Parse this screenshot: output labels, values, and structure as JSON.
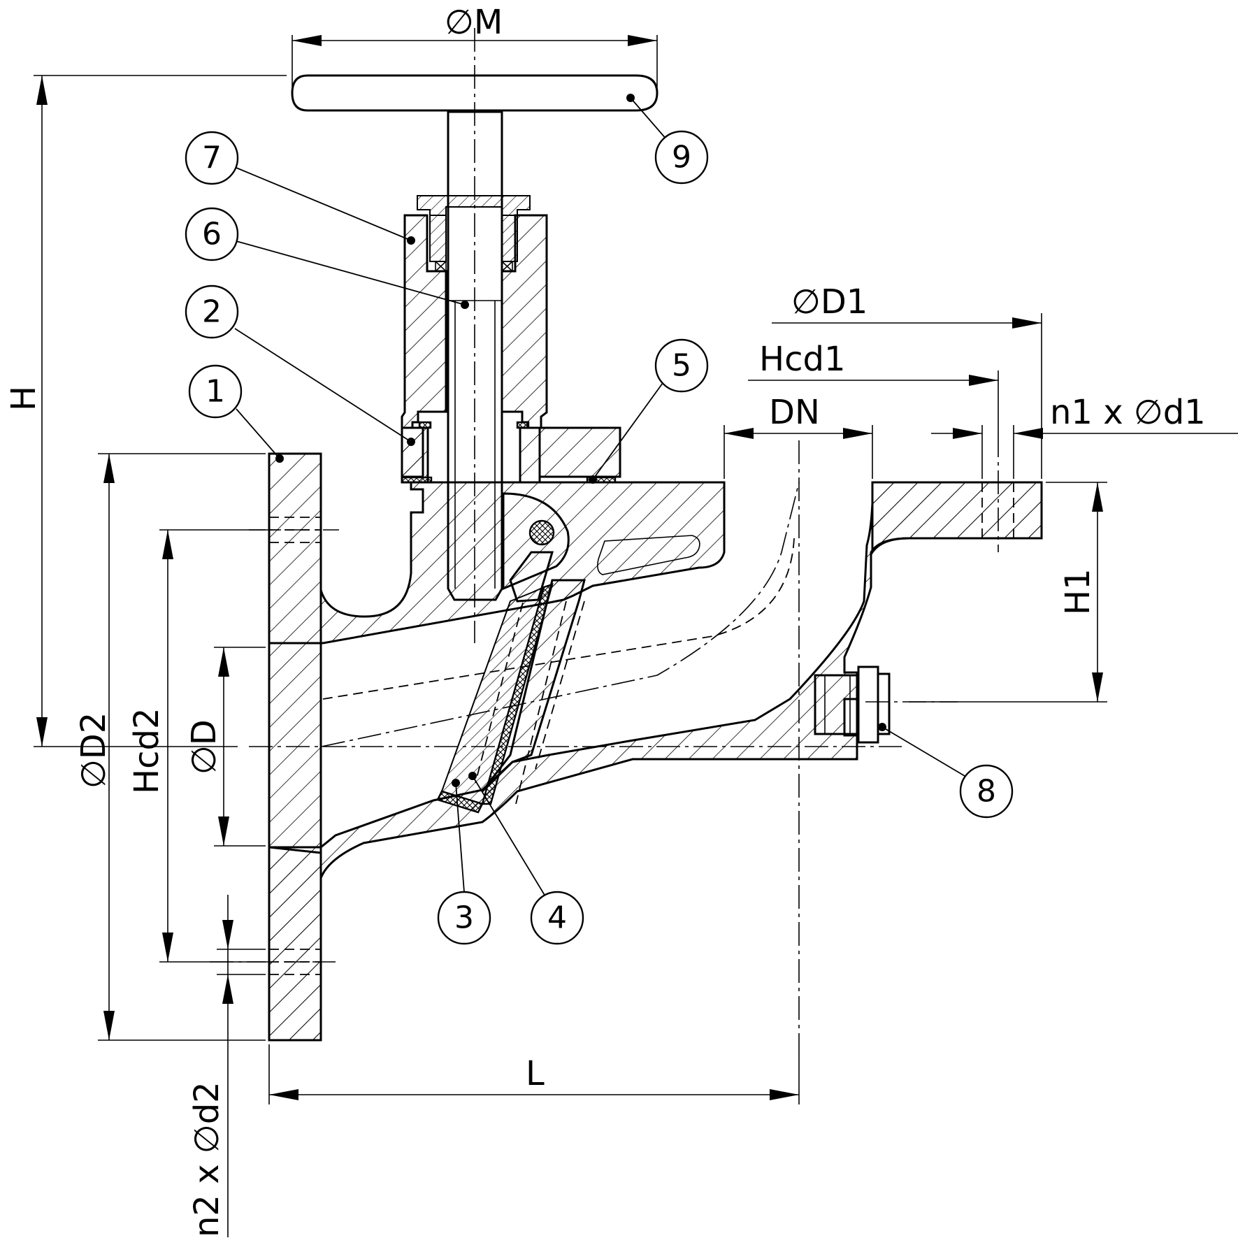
{
  "dimensions": {
    "M": "∅M",
    "D1": "∅D1",
    "Hcd1": "Hcd1",
    "DN": "DN",
    "n1d1": "n1 x ∅d1",
    "H": "H",
    "D2": "∅D2",
    "Hcd2": "Hcd2",
    "D": "∅D",
    "H1": "H1",
    "L": "L",
    "n2d2": "n2 x ∅d2"
  },
  "callouts": [
    "1",
    "2",
    "3",
    "4",
    "5",
    "6",
    "7",
    "8",
    "9"
  ]
}
